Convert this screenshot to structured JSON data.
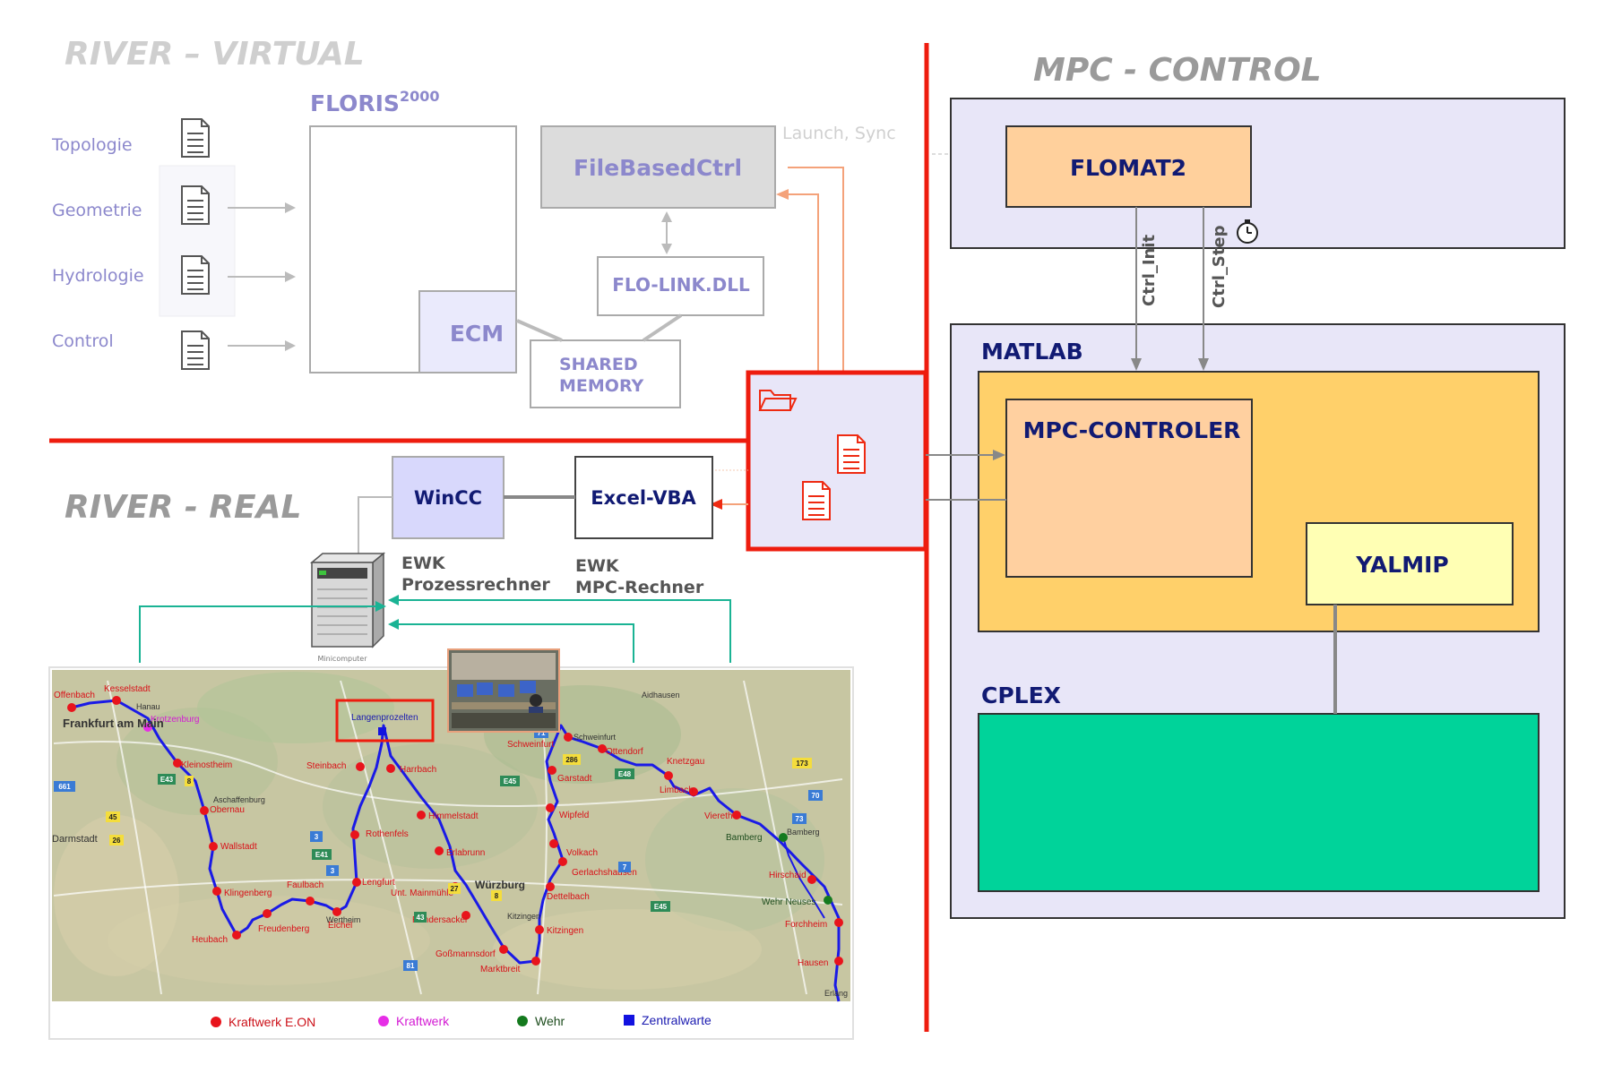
{
  "sections": {
    "virtual_title": "RIVER – VIRTUAL",
    "real_title": "RIVER - REAL",
    "control_title": "MPC - CONTROL"
  },
  "inputs": [
    {
      "label": "Topologie",
      "icon": "document-icon"
    },
    {
      "label": "Geometrie",
      "icon": "document-icon"
    },
    {
      "label": "Hydrologie",
      "icon": "document-icon"
    },
    {
      "label": "Control",
      "icon": "document-icon"
    }
  ],
  "floris": {
    "name": "FLORIS",
    "superscript": "2000"
  },
  "ecm": "ECM",
  "filebased": "FileBasedCtrl",
  "flolink": "FLO-LINK.DLL",
  "shared_memory": [
    "SHARED",
    "MEMORY"
  ],
  "launch_sync": "Launch, Sync",
  "wincc": "WinCC",
  "excel": "Excel-VBA",
  "ewk_prozess": [
    "EWK",
    "Prozessrechner"
  ],
  "ewk_mpc": [
    "EWK",
    "MPC-Rechner"
  ],
  "server_caption": "Minicomputer",
  "flomat": "FLOMAT2",
  "ctrl_init": "Ctrl_Init",
  "ctrl_step": "Ctrl_Step",
  "matlab": "MATLAB",
  "mpc_controler": "MPC-CONTROLER",
  "yalmip": "YALMIP",
  "cplex": "CPLEX",
  "map": {
    "stations": [
      {
        "name": "Offenbach",
        "type": "kraftwerk-eon"
      },
      {
        "name": "Kesselstadt",
        "type": "kraftwerk-eon"
      },
      {
        "name": "Krotzenburg",
        "type": "kraftwerk"
      },
      {
        "name": "Kleinostheim",
        "type": "kraftwerk-eon"
      },
      {
        "name": "Obernau",
        "type": "kraftwerk-eon"
      },
      {
        "name": "Wallstadt",
        "type": "kraftwerk-eon"
      },
      {
        "name": "Klingenberg",
        "type": "kraftwerk-eon"
      },
      {
        "name": "Heubach",
        "type": "kraftwerk-eon"
      },
      {
        "name": "Freudenberg",
        "type": "kraftwerk-eon"
      },
      {
        "name": "Faulbach",
        "type": "kraftwerk-eon"
      },
      {
        "name": "Eichel",
        "type": "kraftwerk-eon"
      },
      {
        "name": "Lengfurt",
        "type": "kraftwerk-eon"
      },
      {
        "name": "Rothenfels",
        "type": "kraftwerk-eon"
      },
      {
        "name": "Steinbach",
        "type": "kraftwerk-eon"
      },
      {
        "name": "Harrbach",
        "type": "kraftwerk-eon"
      },
      {
        "name": "Himmelstadt",
        "type": "kraftwerk-eon"
      },
      {
        "name": "Erlabrunn",
        "type": "kraftwerk-eon"
      },
      {
        "name": "Unt. Mainmühle",
        "type": "kraftwerk-eon"
      },
      {
        "name": "Randersacker",
        "type": "kraftwerk-eon"
      },
      {
        "name": "Goßmannsdorf",
        "type": "kraftwerk-eon"
      },
      {
        "name": "Marktbreit",
        "type": "kraftwerk-eon"
      },
      {
        "name": "Kitzingen",
        "type": "kraftwerk-eon"
      },
      {
        "name": "Dettelbach",
        "type": "kraftwerk-eon"
      },
      {
        "name": "Gerlachshausen",
        "type": "kraftwerk-eon"
      },
      {
        "name": "Volkach",
        "type": "kraftwerk-eon"
      },
      {
        "name": "Wipfeld",
        "type": "kraftwerk-eon"
      },
      {
        "name": "Garstadt",
        "type": "kraftwerk-eon"
      },
      {
        "name": "Schweinfurt",
        "type": "kraftwerk-eon"
      },
      {
        "name": "Ottendorf",
        "type": "kraftwerk-eon"
      },
      {
        "name": "Knetzgau",
        "type": "kraftwerk-eon"
      },
      {
        "name": "Limbach",
        "type": "kraftwerk-eon"
      },
      {
        "name": "Viereth",
        "type": "kraftwerk-eon"
      },
      {
        "name": "Bamberg",
        "type": "wehr"
      },
      {
        "name": "Hirschaid",
        "type": "kraftwerk-eon"
      },
      {
        "name": "Wehr Neuses",
        "type": "wehr"
      },
      {
        "name": "Forchheim",
        "type": "kraftwerk-eon"
      },
      {
        "name": "Hausen",
        "type": "kraftwerk-eon"
      },
      {
        "name": "Langenprozelten",
        "type": "zentralwarte"
      }
    ],
    "places": [
      "Frankfurt am Main",
      "Hanau",
      "Aschaffenburg",
      "Darmstadt",
      "Würzburg",
      "Wertheim",
      "Kitzingen",
      "Schweinfurt",
      "Aidhausen",
      "Bamberg",
      "Erlang"
    ],
    "road_numbers": [
      "661",
      "45",
      "26",
      "E43",
      "8",
      "E41",
      "3",
      "E45",
      "E48",
      "71",
      "286",
      "70",
      "73",
      "173",
      "7",
      "81",
      "E45",
      "3",
      "27",
      "8",
      "43"
    ],
    "legend": [
      {
        "label": "Kraftwerk E.ON",
        "color": "#e8141c",
        "shape": "circle"
      },
      {
        "label": "Kraftwerk",
        "color": "#e62ee6",
        "shape": "circle"
      },
      {
        "label": "Wehr",
        "color": "#147a1e",
        "shape": "circle"
      },
      {
        "label": "Zentralwarte",
        "color": "#1212e0",
        "shape": "square"
      }
    ]
  },
  "colors": {
    "separator": "#ee1c0e",
    "faded_text": "#8c88cc",
    "navy": "#111a73",
    "panel": "#e8e6f8",
    "flomat": "#ffd09c",
    "matlab": "#ffd06a",
    "mpc": "#ffd0a0",
    "yalmip": "#ffffb4",
    "cplex": "#00d39a",
    "teal": "#1ab394",
    "orange_line": "#f4a27a",
    "river": "#1a1ae6"
  }
}
